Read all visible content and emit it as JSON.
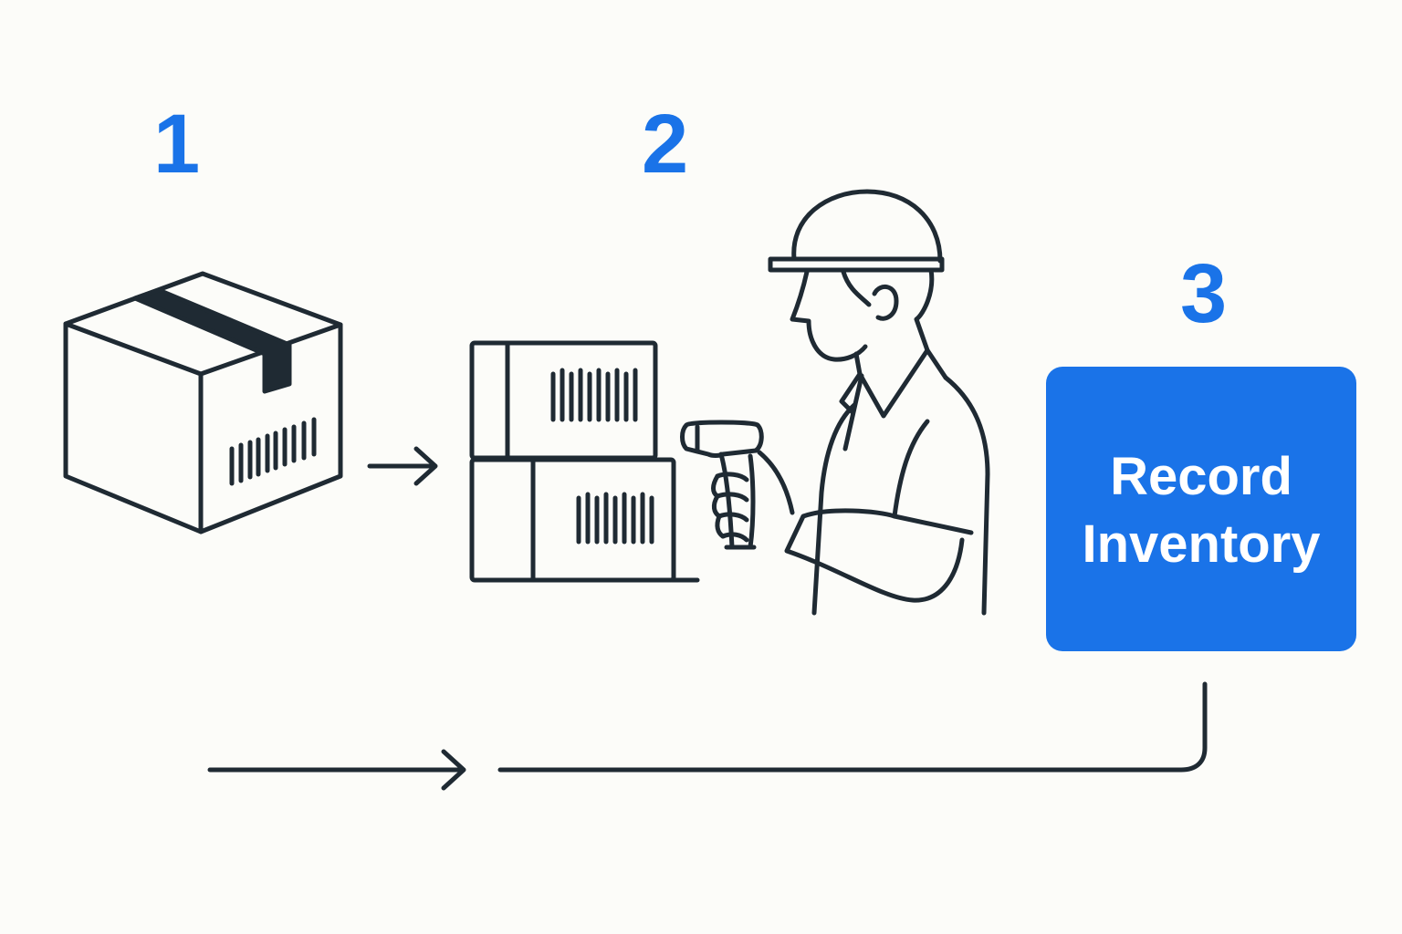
{
  "steps": [
    {
      "number": "1",
      "icon": "package-box-icon"
    },
    {
      "number": "2",
      "icon": "worker-scanning-barcode-icon"
    },
    {
      "number": "3",
      "icon": "record-inventory-box"
    }
  ],
  "record_box": {
    "line1": "Record",
    "line2": "Inventory"
  },
  "colors": {
    "accent": "#1a73e8",
    "stroke": "#1f2a33",
    "background": "#fcfcf9",
    "box_text": "#ffffff"
  }
}
